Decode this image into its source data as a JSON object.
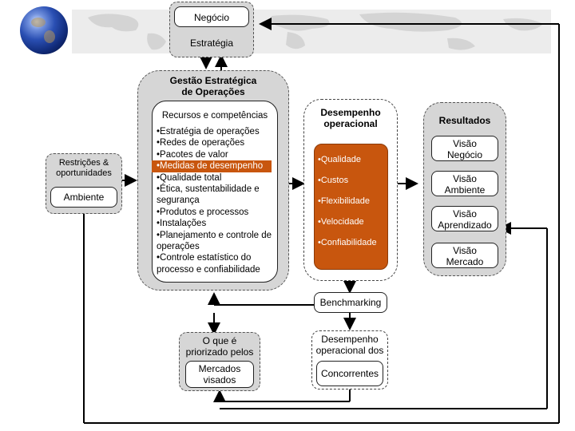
{
  "header": {
    "negocio": "Negócio",
    "estrategia": "Estratégia"
  },
  "gestao": {
    "title": "Gestão Estratégica de Operações",
    "recursos_title": "Recursos e competências",
    "items": [
      "•Estratégia de operações",
      "•Redes de operações",
      "•Pacotes de valor",
      "•Medidas de desempenho",
      "•Qualidade total",
      "•Ética, sustentabilidade e segurança",
      "•Produtos e processos",
      "•Instalações",
      "•Planejamento e controle de operações",
      "•Controle estatístico do processo e confiabilidade"
    ],
    "highlighted_index": 3
  },
  "left": {
    "restricoes": "Restrições & oportunidades",
    "ambiente": "Ambiente"
  },
  "desempenho": {
    "title": "Desempenho operacional",
    "items": [
      "•Qualidade",
      "•Custos",
      "•Flexibilidade",
      "•Velocidade",
      "•Confiabilidade"
    ]
  },
  "resultados": {
    "title": "Resultados",
    "items": [
      "Visão Negócio",
      "Visão Ambiente",
      "Visão Aprendizado",
      "Visão Mercado"
    ]
  },
  "benchmarking": "Benchmarking",
  "priorizado": {
    "title": "O que é priorizado pelos",
    "inner": "Mercados visados"
  },
  "concorrentes": {
    "title": "Desempenho operacional dos",
    "inner": "Concorrentes"
  },
  "colors": {
    "accent_orange": "#c8560e",
    "panel_gray": "#d6d6d6"
  },
  "icons": {
    "globe": "globe-icon",
    "world_map": "world-map-icon"
  }
}
